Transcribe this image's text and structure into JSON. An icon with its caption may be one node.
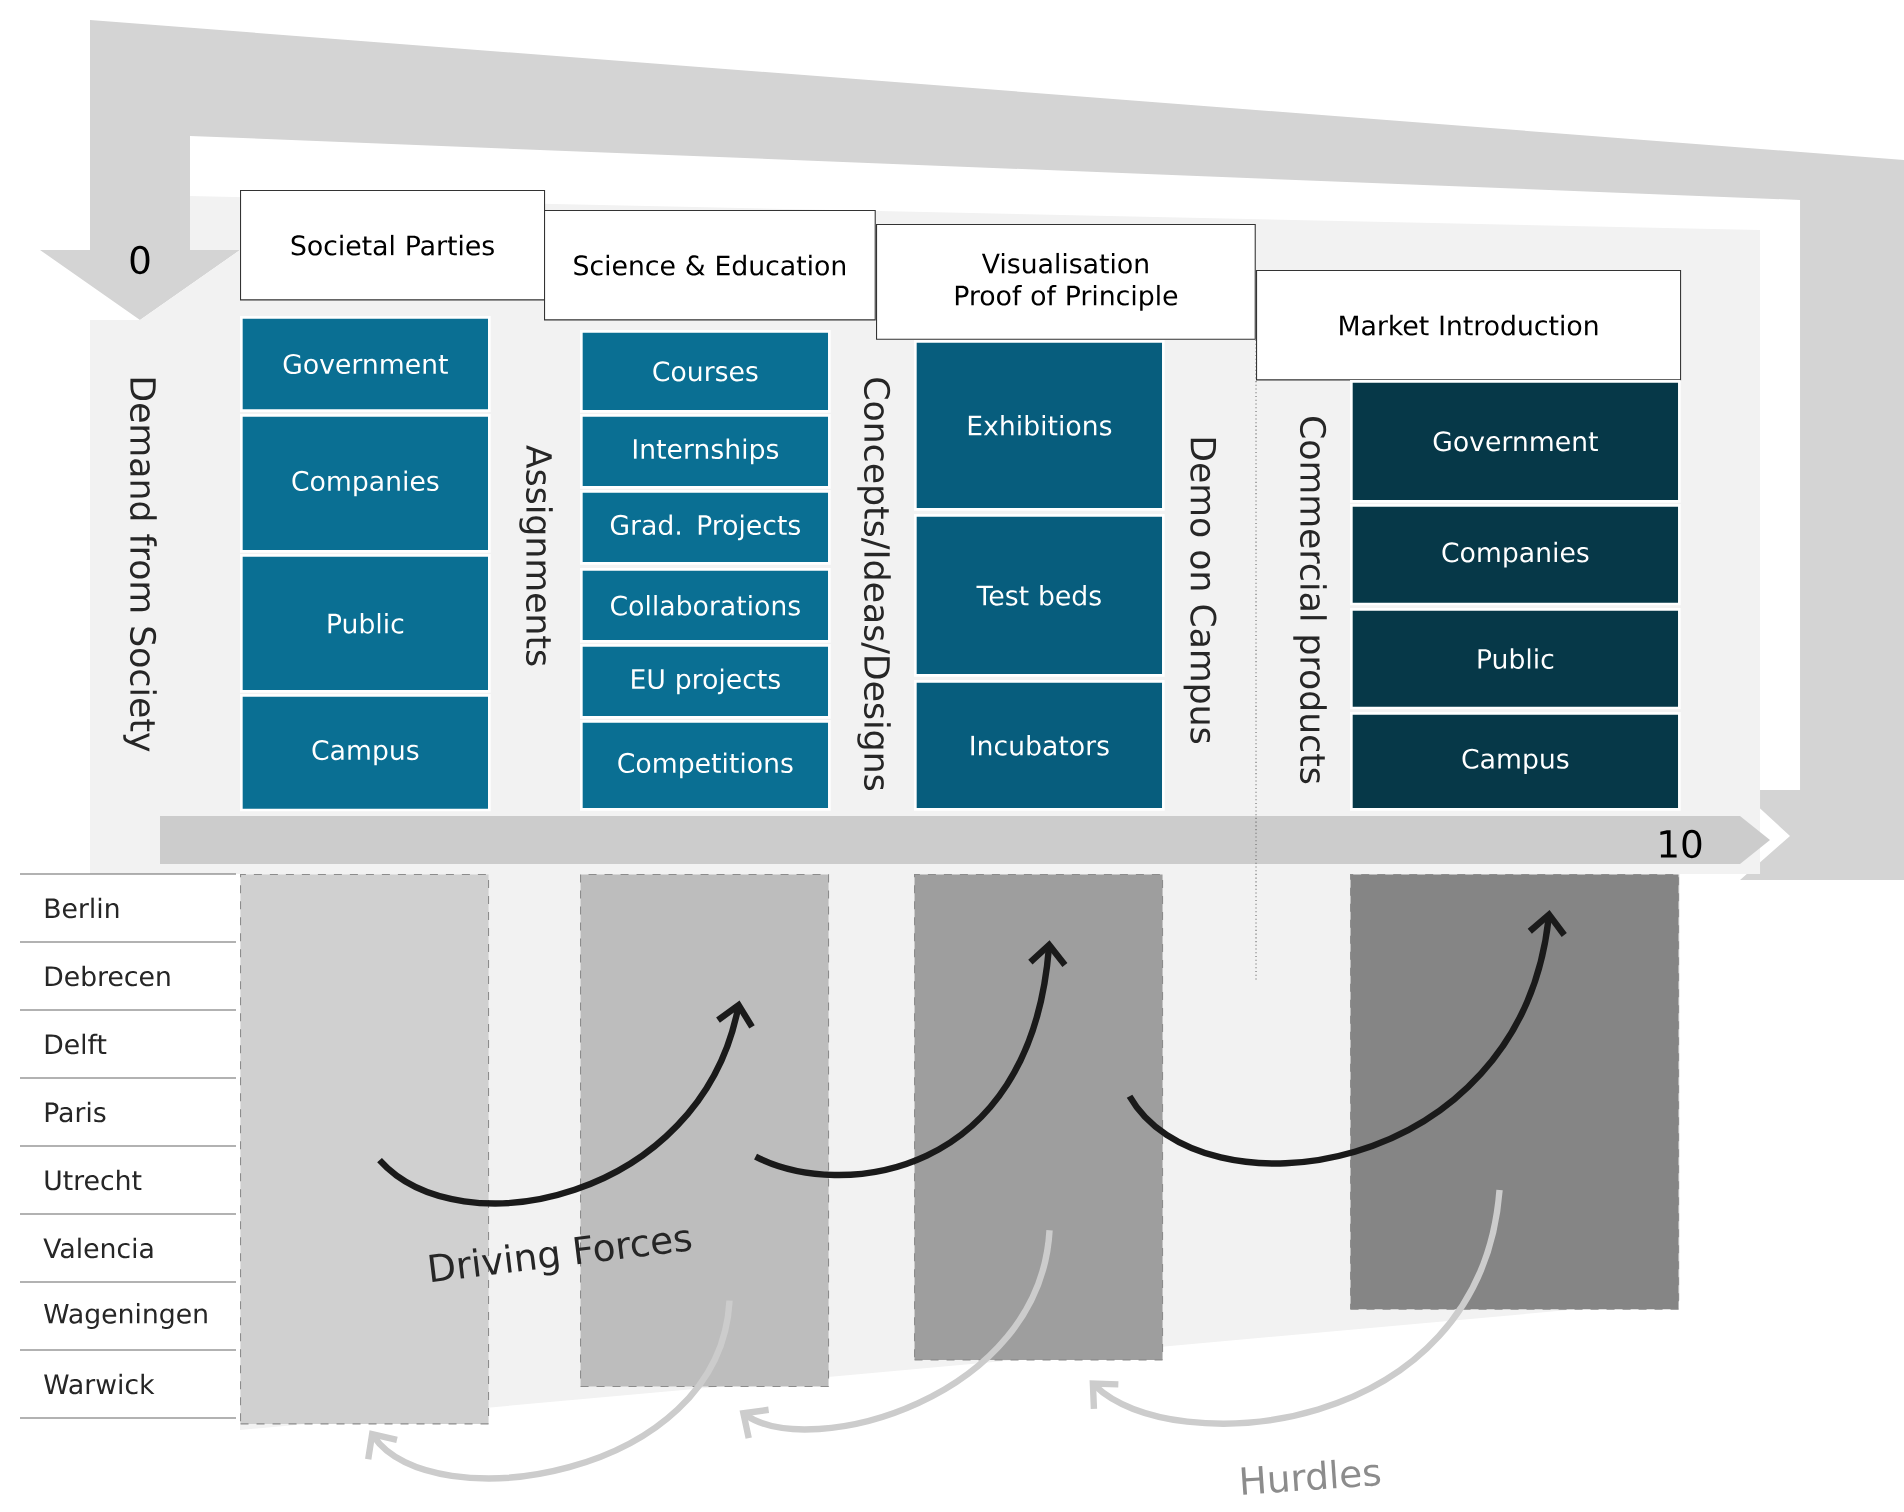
{
  "diagram": {
    "nodes": [
      {
        "text": [
          "Societal Parties"
        ]
      },
      {
        "text": [
          "Science & Education"
        ]
      },
      {
        "text": [
          "Visualisation Proof of Principle"
        ]
      },
      {
        "text": [
          "Market Introduction"
        ]
      },
      {
        "text": [
          "Government"
        ]
      },
      {
        "text": [
          "Companies"
        ]
      },
      {
        "text": [
          "Public"
        ]
      },
      {
        "text": [
          "Campus"
        ]
      },
      {
        "text": [
          "Courses"
        ]
      },
      {
        "text": [
          "Internships"
        ]
      },
      {
        "text": [
          "Grad. Projects"
        ]
      },
      {
        "text": [
          "Collaborations"
        ]
      },
      {
        "text": [
          "EU projects"
        ]
      },
      {
        "text": [
          "Competitions"
        ]
      },
      {
        "text": [
          "Exhibitions"
        ]
      },
      {
        "text": [
          "Test beds"
        ]
      },
      {
        "text": [
          "Incubators"
        ]
      },
      {
        "text": [
          "Government"
        ]
      },
      {
        "text": [
          "Companies"
        ]
      },
      {
        "text": [
          "Public"
        ]
      },
      {
        "text": [
          "Campus"
        ]
      },
      {
        "text": [],
        "shape": "box"
      },
      {
        "text": [],
        "shape": "box"
      },
      {
        "text": [],
        "shape": "box"
      },
      {
        "text": [],
        "shape": "box"
      }
    ],
    "edges": [
      {
        "from": 21,
        "to": 22,
        "arrow": "to",
        "color": "#1a1a1a"
      },
      {
        "from": 22,
        "to": 23,
        "arrow": "to",
        "color": "#1a1a1a"
      },
      {
        "from": 23,
        "to": 24,
        "arrow": "to",
        "color": "#1a1a1a"
      },
      {
        "from": 22,
        "to": 21,
        "arrow": "to",
        "color": "#cccccc"
      },
      {
        "from": 23,
        "to": 22,
        "arrow": "to",
        "color": "#cccccc"
      },
      {
        "from": 24,
        "to": 23,
        "arrow": "to",
        "color": "#cccccc"
      }
    ],
    "labels": [
      "0",
      "Demand from Society",
      "Assignments",
      "Concepts/Ideas/Designs",
      "Demo on Campus",
      "Commercial products",
      "10",
      "Berlin",
      "Debrecen",
      "Delft",
      "Paris",
      "Utrecht",
      "Valencia",
      "Wageningen",
      "Warwick",
      "Driving Forces",
      "Hurdles"
    ]
  }
}
